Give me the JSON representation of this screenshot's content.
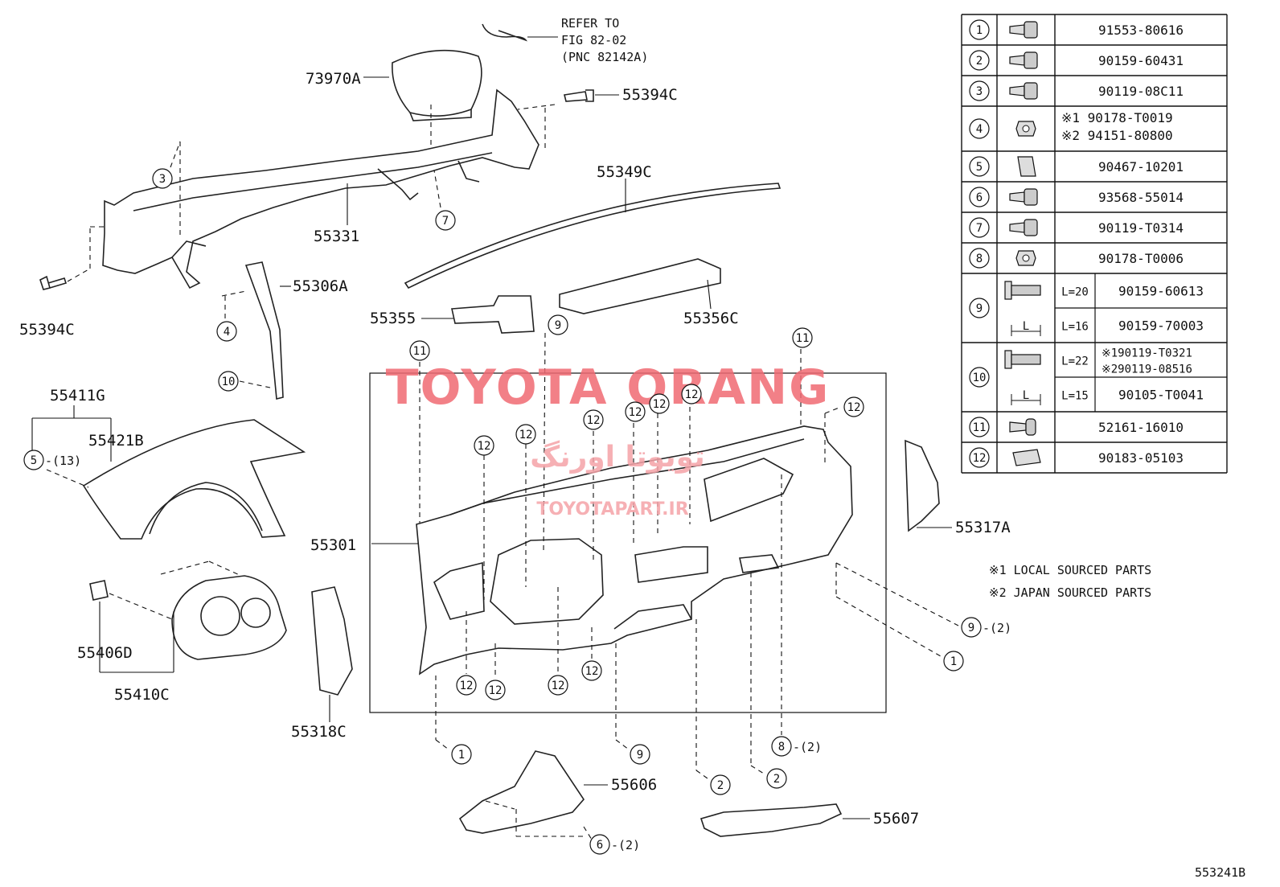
{
  "watermark": {
    "latin": "TOYOTA ORANG",
    "arabic": "تویوتا اورنگ",
    "site": "TOYOTAPART.IR",
    "color": "#f06a73"
  },
  "figure_code": "553241B",
  "refer_note": [
    "REFER TO",
    "FIG 82-02",
    "(PNC 82142A)"
  ],
  "part_labels": {
    "p73970A": "73970A",
    "p55394C_a": "55394C",
    "p55394C_b": "55394C",
    "p55349C": "55349C",
    "p55331": "55331",
    "p55306A": "55306A",
    "p55355": "55355",
    "p55356C": "55356C",
    "p55411G": "55411G",
    "p55421B": "55421B",
    "p55301": "55301",
    "p55317A": "55317A",
    "p55406D": "55406D",
    "p55410C": "55410C",
    "p55318C": "55318C",
    "p55606": "55606",
    "p55607": "55607"
  },
  "qty_notes": {
    "q5": "-(13)",
    "q9": "-(2)",
    "q8": "-(2)",
    "q6": "-(2)"
  },
  "legend_notes": [
    "※1  LOCAL  SOURCED  PARTS",
    "※2  JAPAN  SOURCED  PARTS"
  ],
  "parts_table": {
    "rows": [
      {
        "ref": "1",
        "icon": "bolt-icon",
        "parts": [
          "91553-80616"
        ]
      },
      {
        "ref": "2",
        "icon": "bolt-icon",
        "parts": [
          "90159-60431"
        ]
      },
      {
        "ref": "3",
        "icon": "bolt-icon",
        "parts": [
          "90119-08C11"
        ]
      },
      {
        "ref": "4",
        "icon": "nut-icon",
        "parts": [
          "※1  90178-T0019",
          "※2  94151-80800"
        ]
      },
      {
        "ref": "5",
        "icon": "clip-icon",
        "parts": [
          "90467-10201"
        ]
      },
      {
        "ref": "6",
        "icon": "screw-icon",
        "parts": [
          "93568-55014"
        ]
      },
      {
        "ref": "7",
        "icon": "bolt-icon",
        "parts": [
          "90119-T0314"
        ]
      },
      {
        "ref": "8",
        "icon": "nut-icon",
        "parts": [
          "90178-T0006"
        ]
      },
      {
        "ref": "9",
        "icon": "flange-bolt-icon",
        "lengths": [
          {
            "l": "L=20",
            "part": "90159-60613"
          },
          {
            "l": "L=16",
            "part": "90159-70003"
          }
        ]
      },
      {
        "ref": "10",
        "icon": "flange-bolt-icon",
        "lengths": [
          {
            "l": "L=22",
            "part": "※190119-T0321",
            "part2": "※290119-08516"
          },
          {
            "l": "L=15",
            "part": "90105-T0041"
          }
        ]
      },
      {
        "ref": "11",
        "icon": "pin-clip-icon",
        "parts": [
          "52161-16010"
        ]
      },
      {
        "ref": "12",
        "icon": "u-nut-icon",
        "parts": [
          "90183-05103"
        ]
      }
    ],
    "length_label": "L"
  },
  "callouts": {
    "c3": "3",
    "c7": "7",
    "c4": "4",
    "c10": "10",
    "c9a": "9",
    "c11a": "11",
    "c11b": "11",
    "c5": "5",
    "c12a": "12",
    "c12b": "12",
    "c12c": "12",
    "c12d": "12",
    "c12e": "12",
    "c12f": "12",
    "c12g": "12",
    "c12h": "12",
    "c12i": "12",
    "c12j": "12",
    "c12k": "12",
    "c12l": "12",
    "c9b": "9",
    "c1a": "1",
    "c1b": "1",
    "c9c": "9",
    "c2a": "2",
    "c2b": "2",
    "c8": "8",
    "c6": "6"
  }
}
